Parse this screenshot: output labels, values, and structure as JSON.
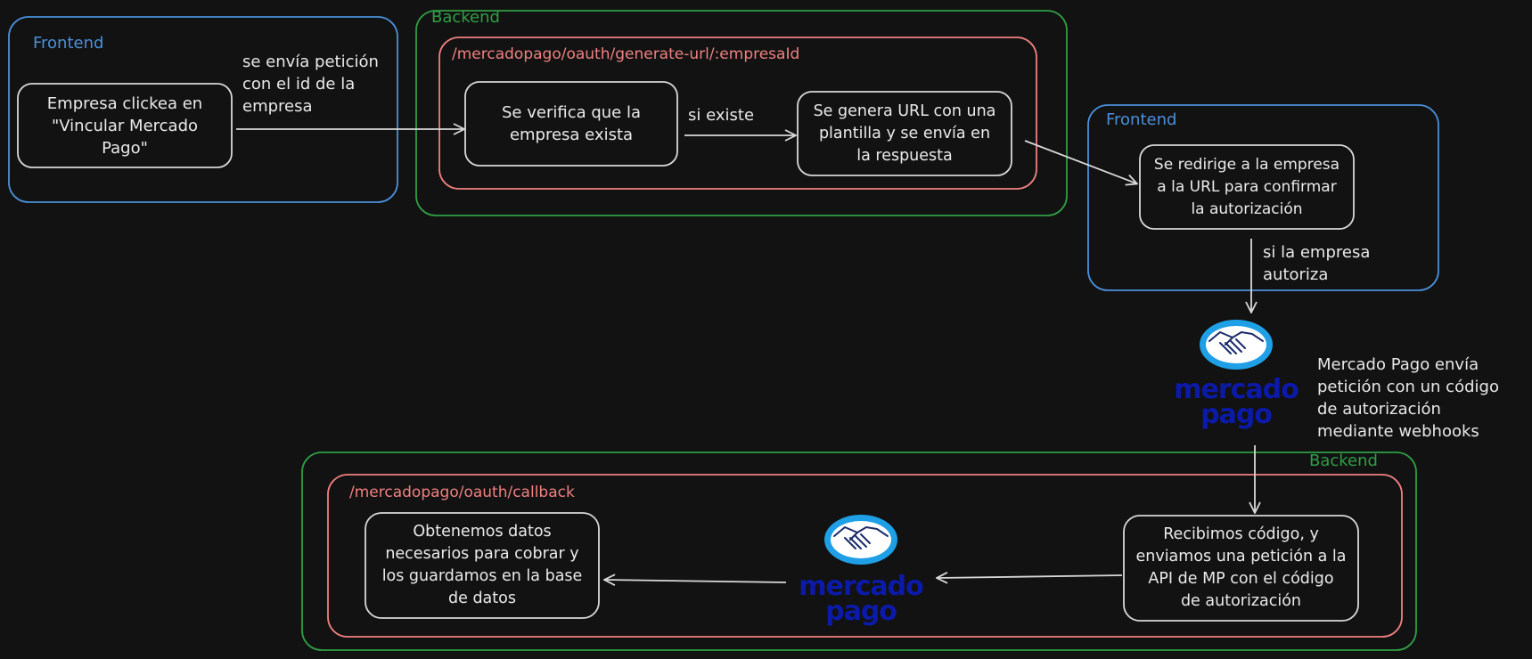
{
  "colors": {
    "background": "#121212",
    "frontend": "#4a90d9",
    "backend": "#2f9e44",
    "endpoint": "#f08080",
    "box_stroke": "#d8d8d8",
    "text": "#eaeaea",
    "mp_logo_outer": "#1e9fe6",
    "mp_logo_inner": "#ffffff",
    "mp_wordmark": "#0b1aa8"
  },
  "groups": {
    "frontend_top": "Frontend",
    "backend_top": "Backend",
    "frontend_right": "Frontend",
    "backend_bottom": "Backend"
  },
  "endpoints": {
    "generate_url": "/mercadopago/oauth/generate-url/:empresaId",
    "callback": "/mercadopago/oauth/callback"
  },
  "nodes": {
    "empresa_clickea": [
      "Empresa clickea en",
      "\"Vincular Mercado",
      "Pago\""
    ],
    "verifica_empresa": [
      "Se verifica que la",
      "empresa exista"
    ],
    "genera_url": [
      "Se genera URL con una",
      "plantilla y se envía en",
      "la respuesta"
    ],
    "redirige_empresa": [
      "Se redirige a la empresa",
      "a la URL para confirmar",
      "la autorización"
    ],
    "recibimos_codigo": [
      "Recibimos código, y",
      "enviamos una petición a la",
      "API de MP con el código",
      "de autorización"
    ],
    "obtenemos_datos": [
      "Obtenemos datos",
      "necesarios para cobrar y",
      "los guardamos en la base",
      "de datos"
    ]
  },
  "edge_labels": {
    "envia_peticion": [
      "se envía petición",
      "con el id de la",
      "empresa"
    ],
    "si_existe": "si existe",
    "si_autoriza": [
      "si la empresa",
      "autoriza"
    ],
    "mp_webhooks": [
      "Mercado Pago envía",
      "petición con un código",
      "de autorización",
      "mediante webhooks"
    ]
  },
  "logos": {
    "mp_wordmark_line1": "mercado",
    "mp_wordmark_line2": "pago",
    "icon": "handshake-icon"
  }
}
